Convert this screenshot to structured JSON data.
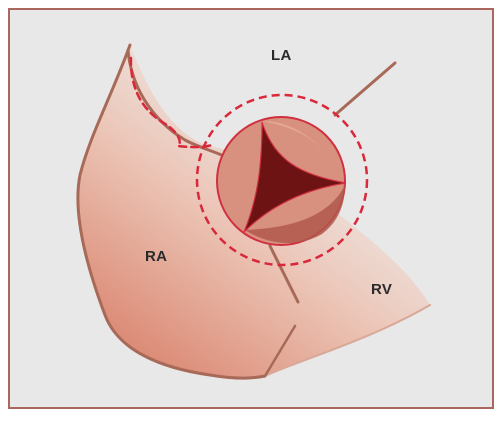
{
  "labels": {
    "la": "LA",
    "ra": "RA",
    "rv": "RV"
  },
  "colors": {
    "frame_border": "#a9675f",
    "background": "#e8e8e8",
    "tissue_dark": "#d9826c",
    "tissue_light": "#f2ddd3",
    "wall_line": "#a86a58",
    "dashed_line": "#d8283a",
    "valve_ring": "#d03040",
    "valve_leaflet_light": "#d9917f",
    "valve_leaflet_dark": "#b0574c",
    "valve_orifice": "#6e1313"
  }
}
